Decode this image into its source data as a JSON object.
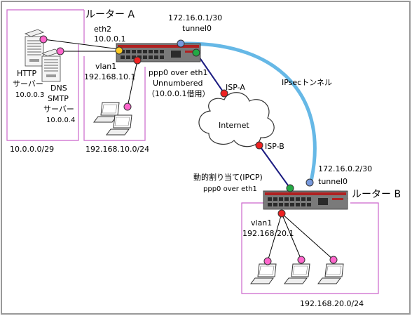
{
  "routerA": {
    "title": "ルーター A",
    "eth2": "eth2",
    "eth2_ip": "10.0.0.1",
    "vlan1": "vlan1",
    "vlan1_ip": "192.168.10.1",
    "tunnel_ip": "172.16.0.1/30",
    "tunnel": "tunnel0",
    "ppp": "ppp0 over eth1",
    "unnumbered": "Unnumbered",
    "borrow": "（10.0.0.1借用）"
  },
  "dmz": {
    "http_line1": "HTTP",
    "http_line2": "サーバー",
    "http_ip": "10.0.0.3",
    "dns_line1": "DNS",
    "dns_line2": "SMTP",
    "dns_line3": "サーバー",
    "dns_ip": "10.0.0.4",
    "network": "10.0.0.0/29"
  },
  "lanA": {
    "network": "192.168.10.0/24"
  },
  "internet": {
    "label": "Internet",
    "isp_a": "ISP-A",
    "isp_b": "ISP-B",
    "ipsec": "IPsecトンネル"
  },
  "routerB": {
    "title": "ルーター B",
    "dynamic": "動的割り当て(IPCP)",
    "ppp": "ppp0 over eth1",
    "tunnel_ip": "172.16.0.2/30",
    "tunnel": "tunnel0",
    "vlan1": "vlan1",
    "vlan1_ip": "192.168.20.1"
  },
  "lanB": {
    "network": "192.168.20.0/24"
  },
  "colors": {
    "zone_border": "#cc66cc",
    "ipsec_tunnel": "#66b8e6",
    "wan_line": "#1a1a80",
    "router_accent": "#b02020",
    "node_magenta": "#ff66cc",
    "node_green": "#22aa44",
    "node_blue": "#7799dd",
    "node_red": "#ee2222",
    "node_yellow": "#ffcc22"
  }
}
